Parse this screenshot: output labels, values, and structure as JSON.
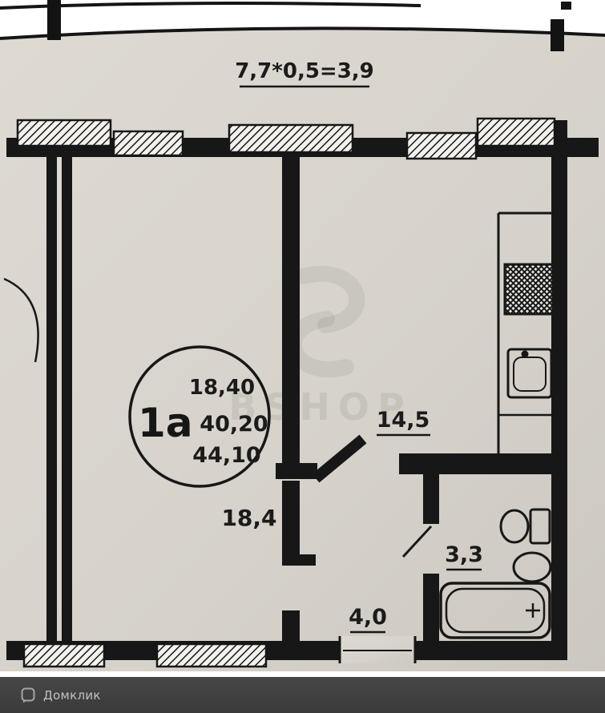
{
  "plan": {
    "dimension_note": "7,7*0,5=3,9",
    "unit_stamp": {
      "unit": "1а",
      "living_area": "18,40",
      "area": "40,20",
      "total_area": "44,10"
    },
    "room_areas": {
      "living_room": "18,4",
      "kitchen": "14,5",
      "bathroom": "3,3",
      "hallway": "4,0"
    }
  },
  "watermark_text": "BSHOP",
  "footer": {
    "brand": "Домклик"
  },
  "colors": {
    "paper": "#d8d4cd",
    "ink": "#171717",
    "footer_background": "#414141",
    "footer_text": "#c2c2c2"
  }
}
